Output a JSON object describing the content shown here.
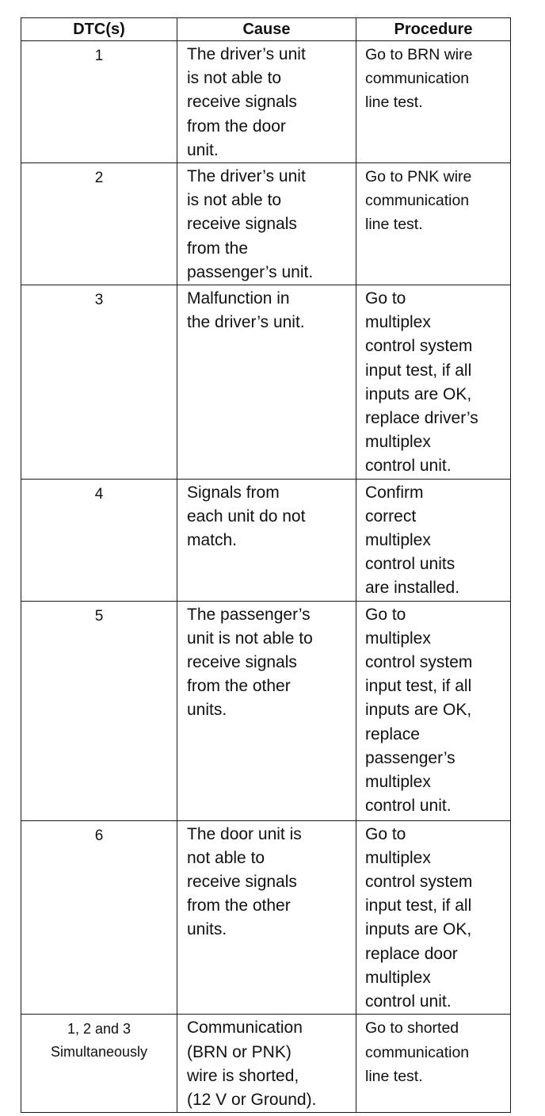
{
  "table": {
    "headers": {
      "dtc": "DTC(s)",
      "cause": "Cause",
      "procedure": "Procedure"
    },
    "rows": [
      {
        "dtc": "1",
        "cause": "The driver’s unit\nis not able to\nreceive signals\nfrom the door\nunit.",
        "procedure": "Go to BRN wire\ncommunication\nline test."
      },
      {
        "dtc": "2",
        "cause": "The driver’s unit\nis not able to\nreceive signals\nfrom the\npassenger’s unit.",
        "procedure": "Go to PNK wire\ncommunication\nline test."
      },
      {
        "dtc": "3",
        "cause": "Malfunction in\nthe driver’s unit.",
        "procedure": "Go to\nmultiplex\ncontrol system\ninput test, if all\ninputs are OK,\nreplace driver’s\nmultiplex\ncontrol unit."
      },
      {
        "dtc": "4",
        "cause": "Signals from\neach unit do not\nmatch.",
        "procedure": "Confirm\ncorrect\nmultiplex\ncontrol units\nare installed."
      },
      {
        "dtc": "5",
        "cause": "The passenger’s\nunit is not able to\nreceive signals\nfrom the other\nunits.",
        "procedure": "Go to\nmultiplex\ncontrol system\ninput test, if all\ninputs are OK,\nreplace\npassenger’s\nmultiplex\ncontrol unit."
      },
      {
        "dtc": "6",
        "cause": "The door unit is\nnot able to\nreceive signals\nfrom the other\nunits.",
        "procedure": "Go to\nmultiplex\ncontrol system\ninput test, if all\ninputs are OK,\nreplace door\nmultiplex\ncontrol unit."
      },
      {
        "dtc": "1, 2 and 3\nSimultaneously",
        "cause": "Communication\n(BRN or PNK)\nwire is shorted,\n(12 V or Ground).",
        "procedure": "Go to shorted\ncommunication\nline test."
      }
    ]
  }
}
